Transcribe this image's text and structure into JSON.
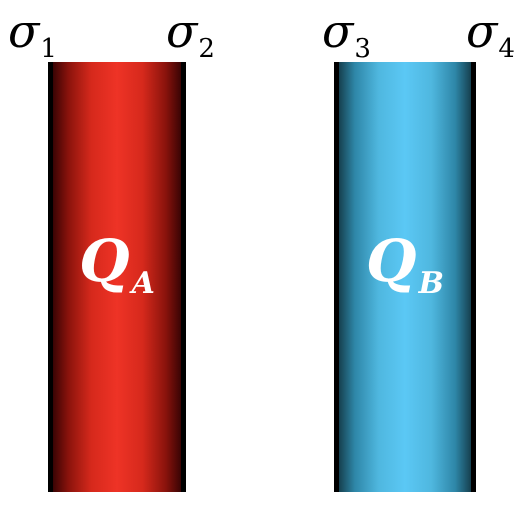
{
  "labels": {
    "s1": {
      "symbol": "σ",
      "index": "1"
    },
    "s2": {
      "symbol": "σ",
      "index": "2"
    },
    "s3": {
      "symbol": "σ",
      "index": "3"
    },
    "s4": {
      "symbol": "σ",
      "index": "4"
    }
  },
  "slab_a": {
    "symbol": "Q",
    "index": "A",
    "color": "#ee3326"
  },
  "slab_b": {
    "symbol": "Q",
    "index": "B",
    "color": "#5bc8f5"
  },
  "edge_color": "#000000"
}
